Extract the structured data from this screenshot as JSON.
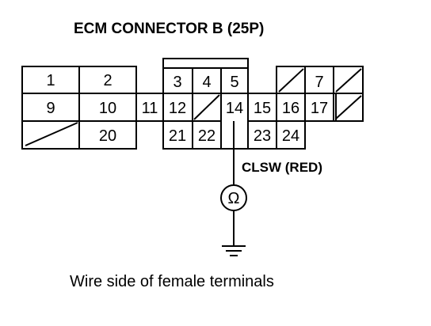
{
  "diagram": {
    "title": "ECM CONNECTOR B (25P)",
    "caption": "Wire side of female terminals",
    "probe_label": "CLSW (RED)",
    "meter_symbol": "Ω",
    "pins": {
      "p1": "1",
      "p2": "2",
      "p3": "3",
      "p4": "4",
      "p5": "5",
      "p7": "7",
      "p9": "9",
      "p10": "10",
      "p11": "11",
      "p12": "12",
      "p14": "14",
      "p15": "15",
      "p16": "16",
      "p17": "17",
      "p20": "20",
      "p21": "21",
      "p22": "22",
      "p23": "23",
      "p24": "24"
    }
  }
}
